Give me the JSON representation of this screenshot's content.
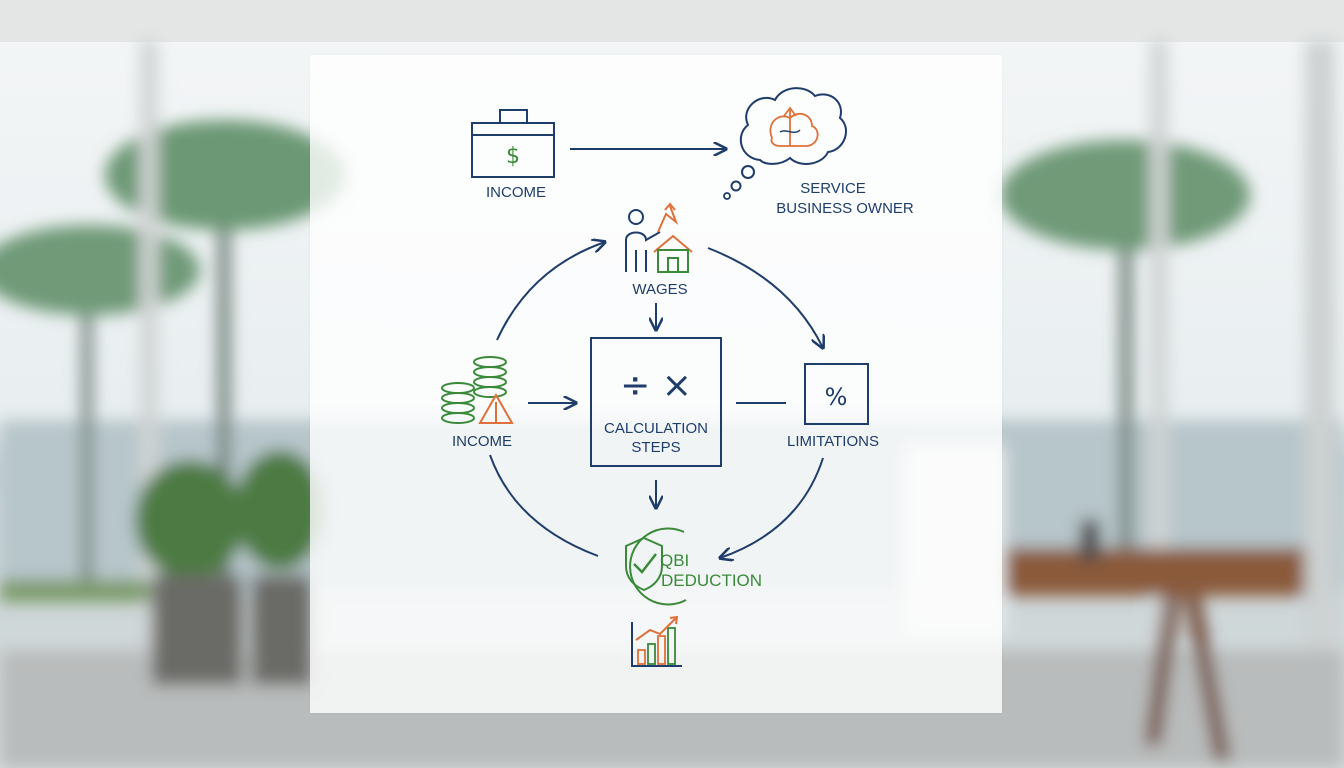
{
  "diagram": {
    "income_top": {
      "label": "INCOME",
      "icon": "briefcase-dollar-icon"
    },
    "owner": {
      "label_line1": "SERVICE",
      "label_line2": "BUSINESS OWNER",
      "icon": "thought-cloud-brain-icon"
    },
    "wages": {
      "label": "WAGES",
      "icon": "person-house-growth-icon"
    },
    "income_left": {
      "label": "INCOME",
      "icon": "coin-stacks-icon"
    },
    "calc": {
      "label_line1": "CALCULATION",
      "label_line2": "STEPS",
      "symbols": "÷ ×"
    },
    "limitations": {
      "label": "LIMITATIONS",
      "symbol": "%"
    },
    "qbi": {
      "label_line1": "QBI",
      "label_line2": "DEDUCTION",
      "icon": "shield-check-icon"
    },
    "chart_icon": "bar-chart-growth-icon"
  },
  "colors": {
    "navy": "#1f3d6b",
    "green": "#3a8a3a",
    "orange": "#e0703a"
  }
}
